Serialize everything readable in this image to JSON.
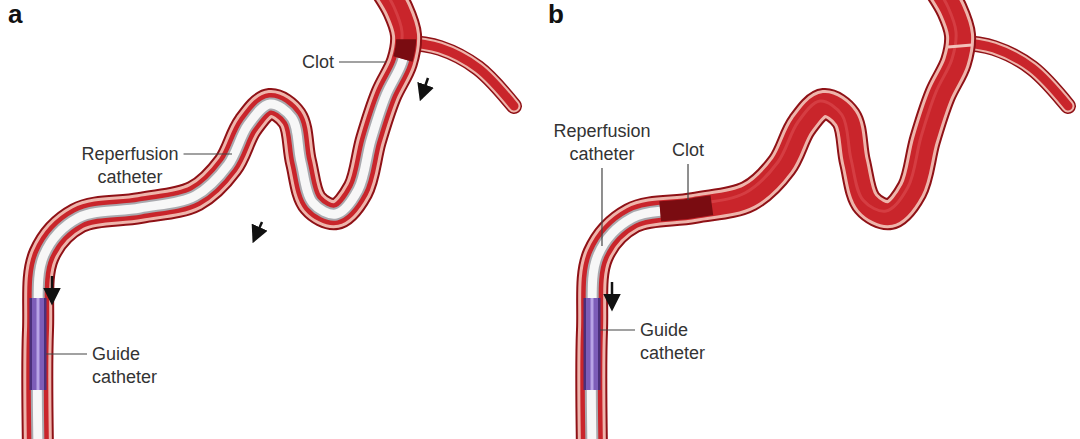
{
  "diagram": {
    "labels": [
      "a",
      "Clot",
      "Reperfusion catheter",
      "Guide catheter",
      "b",
      "Reperfusion catheter",
      "Clot",
      "Guide catheter"
    ]
  }
}
